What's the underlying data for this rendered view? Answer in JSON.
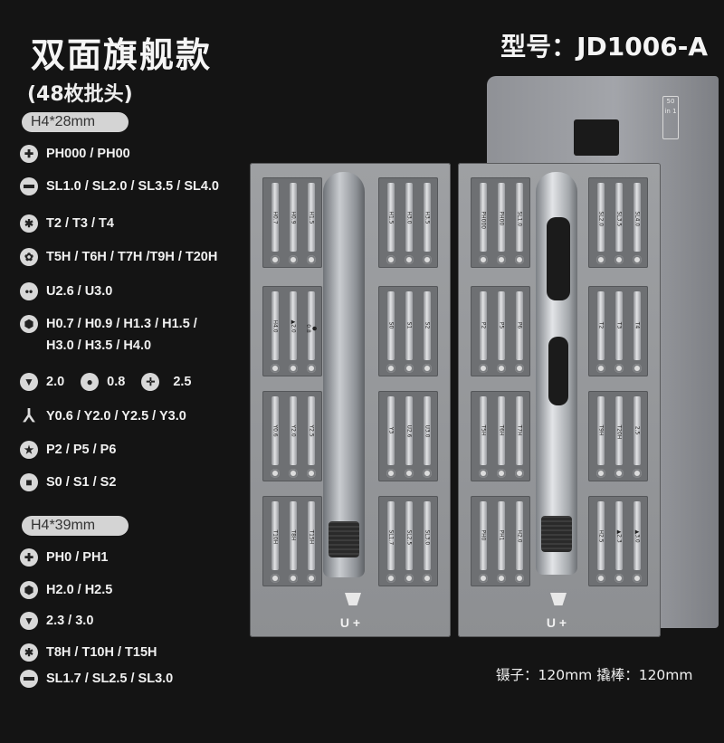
{
  "header": {
    "title": "双面旗舰款",
    "subtitle": "(48枚批头)",
    "model": "型号：JD1006-A"
  },
  "sections": {
    "h4_28": "H4*28mm",
    "h4_39": "H4*39mm"
  },
  "specs_28": [
    {
      "icon": "phillips-icon",
      "text": "PH000 / PH00"
    },
    {
      "icon": "slotted-icon",
      "text": "SL1.0 / SL2.0 / SL3.5 / SL4.0"
    },
    {
      "icon": "torx-icon",
      "text": "T2 / T3 / T4"
    },
    {
      "icon": "torx-hole-icon",
      "text": "T5H / T6H / T7H /T9H / T20H"
    },
    {
      "icon": "u-type-icon",
      "text": "U2.6 / U3.0"
    },
    {
      "icon": "hex-icon",
      "text": "H0.7 / H0.9 / H1.3 / H1.5 /",
      "text2": "H3.0 / H3.5 / H4.0"
    },
    {
      "icon": "triangle-icon",
      "text": "2.0",
      "icon2": "circle-icon",
      "text2": "0.8",
      "icon3": "cross-icon",
      "text3": "2.5"
    },
    {
      "icon": "tri-wing-icon",
      "text": "Y0.6 / Y2.0 / Y2.5 / Y3.0"
    },
    {
      "icon": "pentalobe-icon",
      "text": "P2 / P5 / P6"
    },
    {
      "icon": "square-icon",
      "text": "S0 / S1 / S2"
    }
  ],
  "specs_39": [
    {
      "icon": "phillips-icon",
      "text": "PH0 / PH1"
    },
    {
      "icon": "hex-icon",
      "text": "H2.0 / H2.5"
    },
    {
      "icon": "triangle-icon",
      "text": "2.3 / 3.0"
    },
    {
      "icon": "torx-hole-icon",
      "text": "T8H / T10H / T15H"
    },
    {
      "icon": "slotted-icon",
      "text": "SL1.7 / SL2.5 / SL3.0"
    }
  ],
  "footer": "镊子：120mm  撬棒：120mm",
  "product": {
    "case_tag": "50 in 1",
    "tray_label": "U +",
    "bits_left_tray": [
      [
        "H0.7",
        "H0.9",
        "H1.5"
      ],
      [
        "H1.5",
        "H3.0",
        "H3.5"
      ],
      [
        "H4.0",
        "▲2.0",
        "● 0.8"
      ],
      [
        "S0",
        "S1",
        "S2"
      ],
      [
        "Y0.6",
        "Y2.0",
        "Y2.5"
      ],
      [
        "Y3",
        "U2.6",
        "U3.0"
      ],
      [
        "T10H",
        "T8H",
        "T15H"
      ],
      [
        "SL1.7",
        "SL2.5",
        "SL3.0"
      ]
    ],
    "bits_right_tray": [
      [
        "PH000",
        "PH00",
        "SL1.0"
      ],
      [
        "SL2.0",
        "SL3.5",
        "SL4.0"
      ],
      [
        "P2",
        "P5",
        "P6"
      ],
      [
        "T2",
        "T3",
        "T4"
      ],
      [
        "T5H",
        "T6H",
        "T7H"
      ],
      [
        "T9H",
        "T20H",
        "2.5"
      ],
      [
        "PH0",
        "PH1",
        "H2.0"
      ],
      [
        "H2.5",
        "▲2.3",
        "▲3.0"
      ]
    ]
  }
}
